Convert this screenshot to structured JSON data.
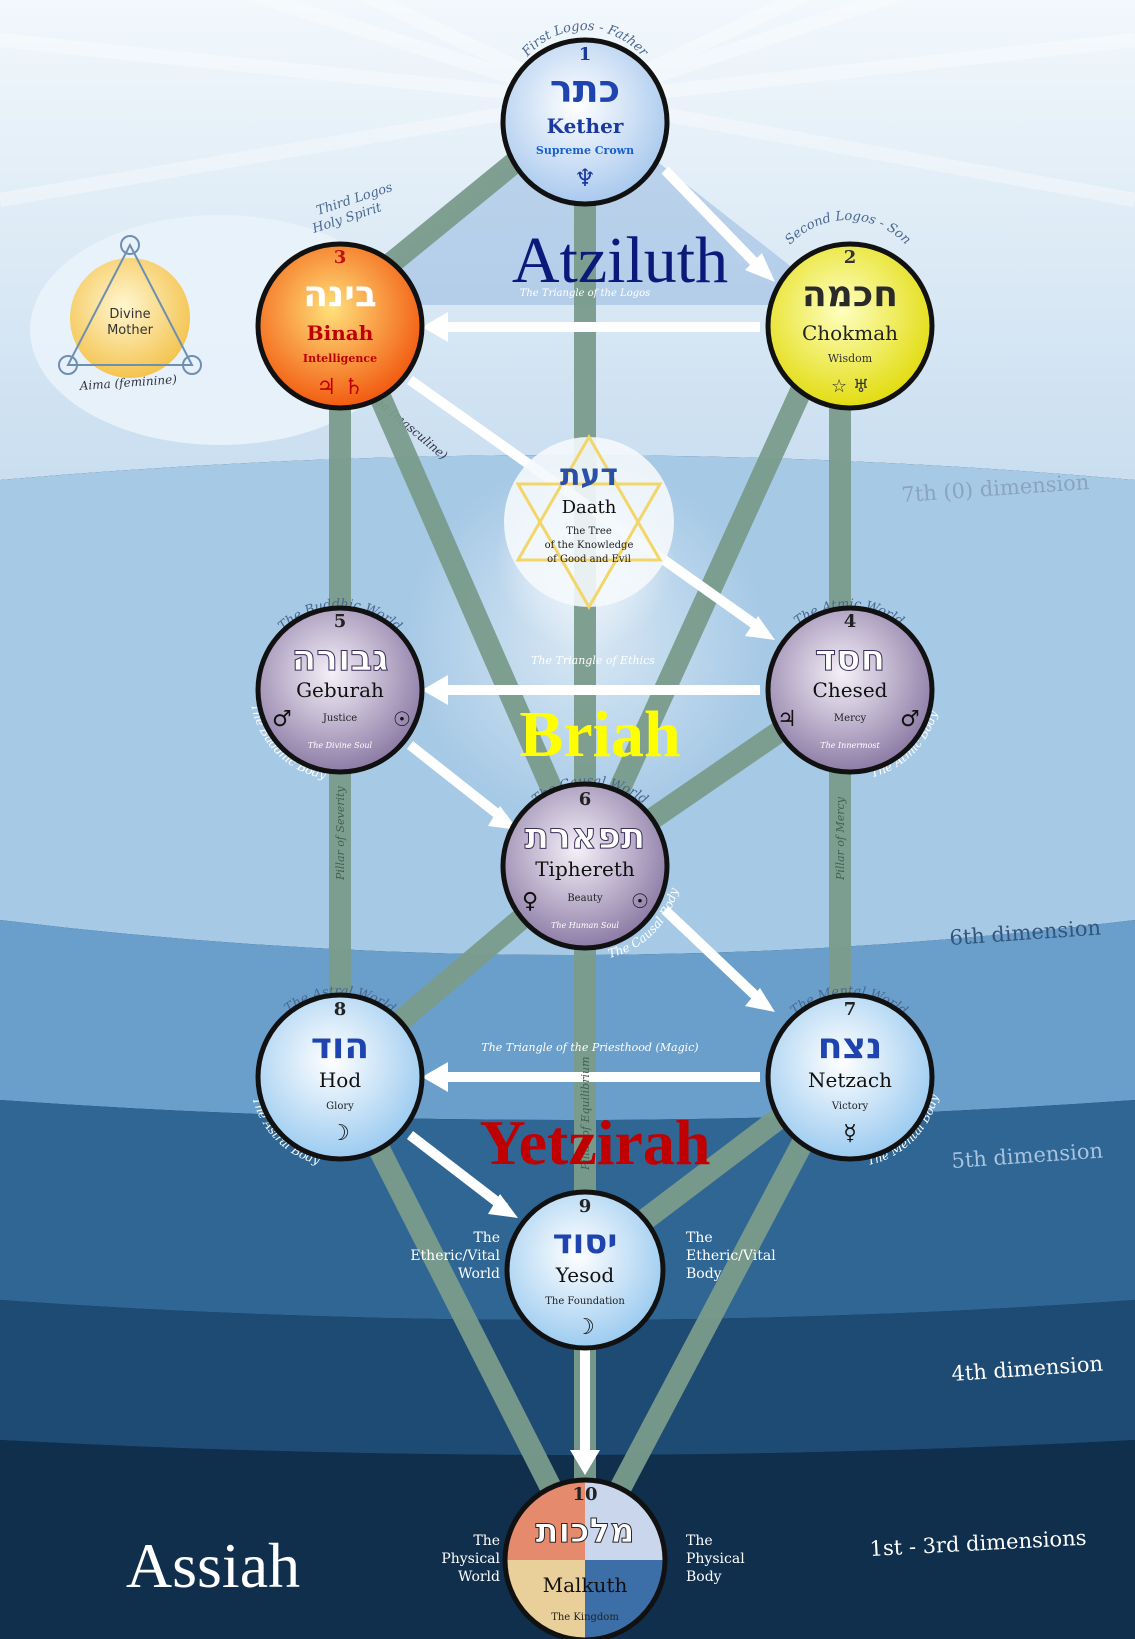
{
  "worlds": {
    "atziluth": "Atziluth",
    "briah": "Briah",
    "yetzirah": "Yetzirah",
    "assiah": "Assiah"
  },
  "dimensions": {
    "seventh": "7th (0) dimension",
    "sixth": "6th dimension",
    "fifth": "5th dimension",
    "fourth": "4th dimension",
    "first_third": "1st - 3rd dimensions"
  },
  "sephiroth": {
    "kether": {
      "number": "1",
      "hebrew": "כתר",
      "name": "Kether",
      "meaning": "Supreme Crown",
      "symbols": "♆"
    },
    "chokmah": {
      "number": "2",
      "hebrew": "חכמה",
      "name": "Chokmah",
      "meaning": "Wisdom",
      "symbols": "☆ ♅"
    },
    "binah": {
      "number": "3",
      "hebrew": "בינה",
      "name": "Binah",
      "meaning": "Intelligence",
      "symbols": "♃ ♄"
    },
    "chesed": {
      "number": "4",
      "hebrew": "חסד",
      "name": "Chesed",
      "meaning": "Mercy",
      "sub": "The Innermost",
      "symbol_left": "♃",
      "symbol_right": "♂"
    },
    "geburah": {
      "number": "5",
      "hebrew": "גבורה",
      "name": "Geburah",
      "meaning": "Justice",
      "sub": "The Divine Soul",
      "symbol_left": "♂",
      "symbol_right": "☉"
    },
    "tiphereth": {
      "number": "6",
      "hebrew": "תפארת",
      "name": "Tiphereth",
      "meaning": "Beauty",
      "sub": "The Human Soul",
      "symbol_left": "♀",
      "symbol_right": "☉"
    },
    "netzach": {
      "number": "7",
      "hebrew": "נצח",
      "name": "Netzach",
      "meaning": "Victory",
      "symbols": "☿"
    },
    "hod": {
      "number": "8",
      "hebrew": "הוד",
      "name": "Hod",
      "meaning": "Glory",
      "symbols": "☽"
    },
    "yesod": {
      "number": "9",
      "hebrew": "יסוד",
      "name": "Yesod",
      "meaning": "The Foundation",
      "symbols": "☽"
    },
    "malkuth": {
      "number": "10",
      "hebrew": "מלכות",
      "name": "Malkuth",
      "meaning": "The Kingdom"
    }
  },
  "daath": {
    "hebrew": "דעת",
    "name": "Daath",
    "line1": "The Tree",
    "line2": "of the Knowledge",
    "line3": "of Good and Evil"
  },
  "arc_labels": {
    "first_logos": "First Logos - Father",
    "second_logos": "Second Logos - Son",
    "third_logos_1": "Third Logos",
    "third_logos_2": "Holy Spirit",
    "atmic_world": "The Atmic World",
    "atmic_body": "The Atmic Body",
    "buddhic_world": "The Buddhic World",
    "buddhic_body": "The Buddhic Body",
    "causal_world": "The Causal World",
    "causal_body": "The Causal Body",
    "astral_world": "The Astral World",
    "astral_body": "The Astral Body",
    "mental_world": "The Mental World",
    "mental_body": "The Mental Body",
    "abba": "Abba (masculine)",
    "aima": "Aima (feminine)"
  },
  "triangles": {
    "logos": "The Triangle of the Logos",
    "ethics": "The Triangle of Ethics",
    "priesthood": "The Triangle of the Priesthood (Magic)"
  },
  "pillars": {
    "severity": "Pillar of Severity",
    "mercy": "Pillar of Mercy",
    "equilibrium": "Pillar of Equilibrium"
  },
  "divine_mother": {
    "line1": "Divine",
    "line2": "Mother"
  },
  "side_labels": {
    "etheric_world": [
      "The",
      "Etheric/Vital",
      "World"
    ],
    "etheric_body": [
      "The",
      "Etheric/Vital",
      "Body"
    ],
    "physical_world": [
      "The",
      "Physical",
      "World"
    ],
    "physical_body": [
      "The",
      "Physical",
      "Body"
    ]
  },
  "colors": {
    "atziluth": "#0b1a7a",
    "briah": "#ffff00",
    "yetzirah": "#c00000",
    "assiah": "#ffffff",
    "path": "#7a9c8c"
  }
}
